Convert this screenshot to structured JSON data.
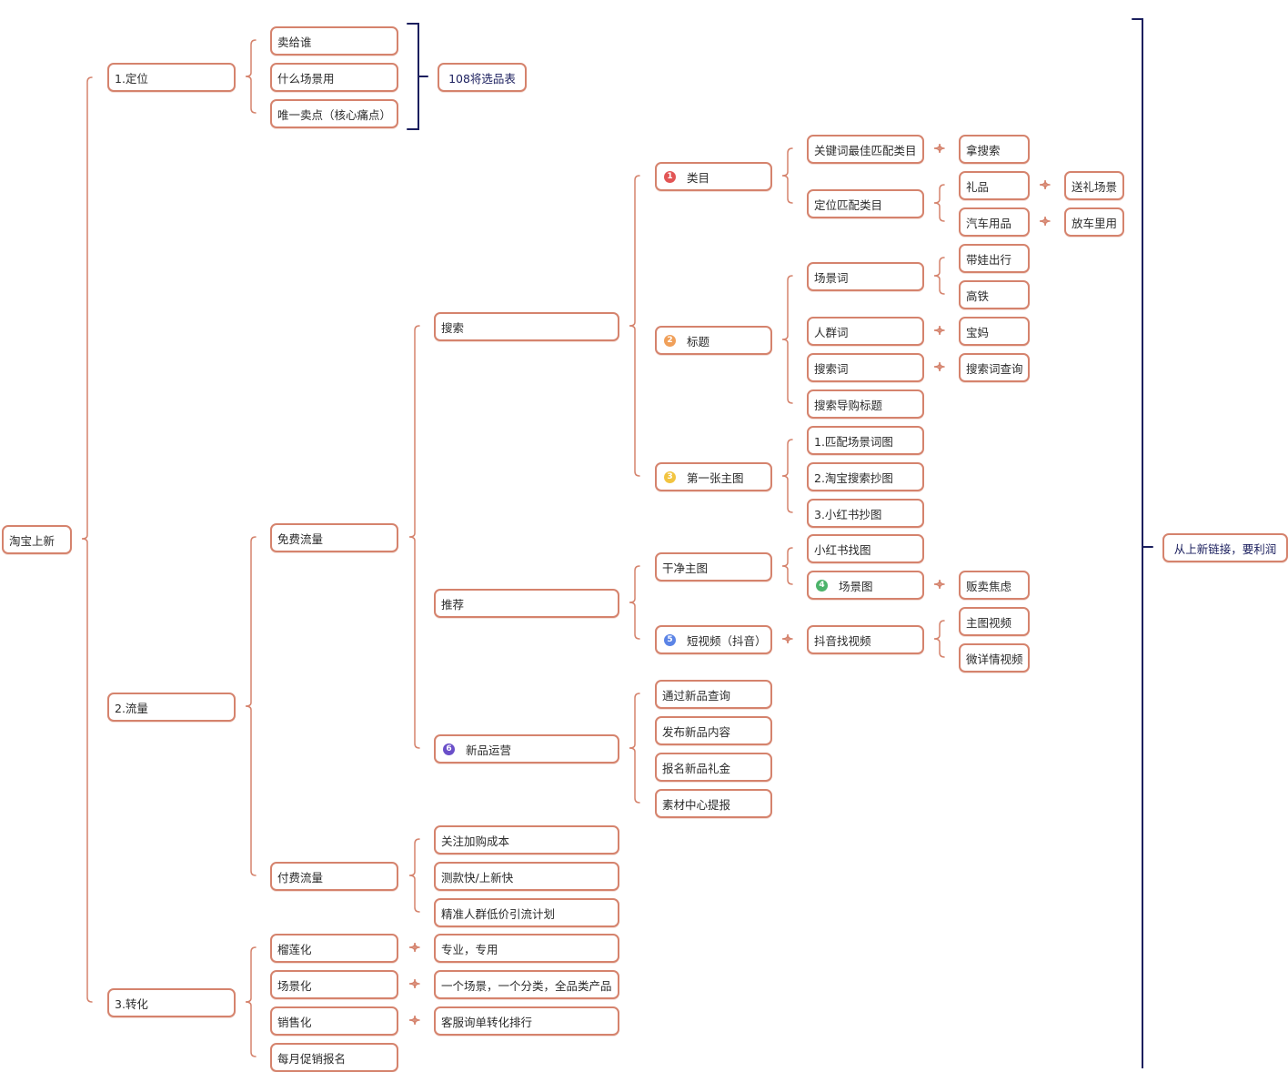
{
  "colors": {
    "border": "#d5836d",
    "bracket_link": "#d5836d",
    "bracket_summary": "#1b1f5e",
    "badge_1": "#e25555",
    "badge_2": "#f0a05a",
    "badge_3": "#f2c440",
    "badge_4": "#4cb36a",
    "badge_5": "#5b84e6",
    "badge_6": "#6a4fc9"
  },
  "nodes": {
    "root": "淘宝上新",
    "positioning": "1.定位",
    "sell_to_whom": "卖给谁",
    "use_scenario": "什么场景用",
    "unique_selling_point": "唯一卖点（核心痛点）",
    "selection_table": "108将选品表",
    "traffic": "2.流量",
    "free_traffic": "免费流量",
    "search": "搜索",
    "category": "类目",
    "category_badge": "1",
    "keyword_best_category": "关键词最佳匹配类目",
    "get_search": "拿搜索",
    "locate_category": "定位匹配类目",
    "gift": "礼品",
    "gift_scene": "送礼场景",
    "car_goods": "汽车用品",
    "in_car_use": "放车里用",
    "title": "标题",
    "title_badge": "2",
    "scene_words": "场景词",
    "with_kids": "带娃出行",
    "high_speed_rail": "高铁",
    "crowd_words": "人群词",
    "mom": "宝妈",
    "search_words": "搜索词",
    "search_word_query": "搜索词查询",
    "search_guide_title": "搜索导购标题",
    "first_main_image": "第一张主图",
    "first_main_image_badge": "3",
    "match_scene_image": "1.匹配场景词图",
    "taobao_search_copy": "2.淘宝搜索抄图",
    "xiaohongshu_copy": "3.小红书抄图",
    "recommend": "推荐",
    "clean_main_image": "干净主图",
    "xiaohongshu_find": "小红书找图",
    "scene_image": "场景图",
    "scene_image_badge": "4",
    "sell_anxiety": "贩卖焦虑",
    "short_video": "短视频（抖音）",
    "short_video_badge": "5",
    "douyin_find_video": "抖音找视频",
    "main_video": "主图视频",
    "detail_video": "微详情视频",
    "new_product_ops": "新品运营",
    "new_product_ops_badge": "6",
    "new_product_query": "通过新品查询",
    "publish_new_content": "发布新品内容",
    "register_new_gift": "报名新品礼金",
    "material_center": "素材中心提报",
    "paid_traffic": "付费流量",
    "focus_cart_cost": "关注加购成本",
    "test_fast": "测款快/上新快",
    "precise_crowd_plan": "精准人群低价引流计划",
    "conversion": "3.转化",
    "durian": "榴莲化",
    "professional": "专业，专用",
    "scenario_based": "场景化",
    "one_scene_one_category": "一个场景，一个分类，全品类产品",
    "sales_based": "销售化",
    "service_ranking": "客服询单转化排行",
    "monthly_promo": "每月促销报名",
    "profit_summary": "从上新链接，要利润"
  }
}
